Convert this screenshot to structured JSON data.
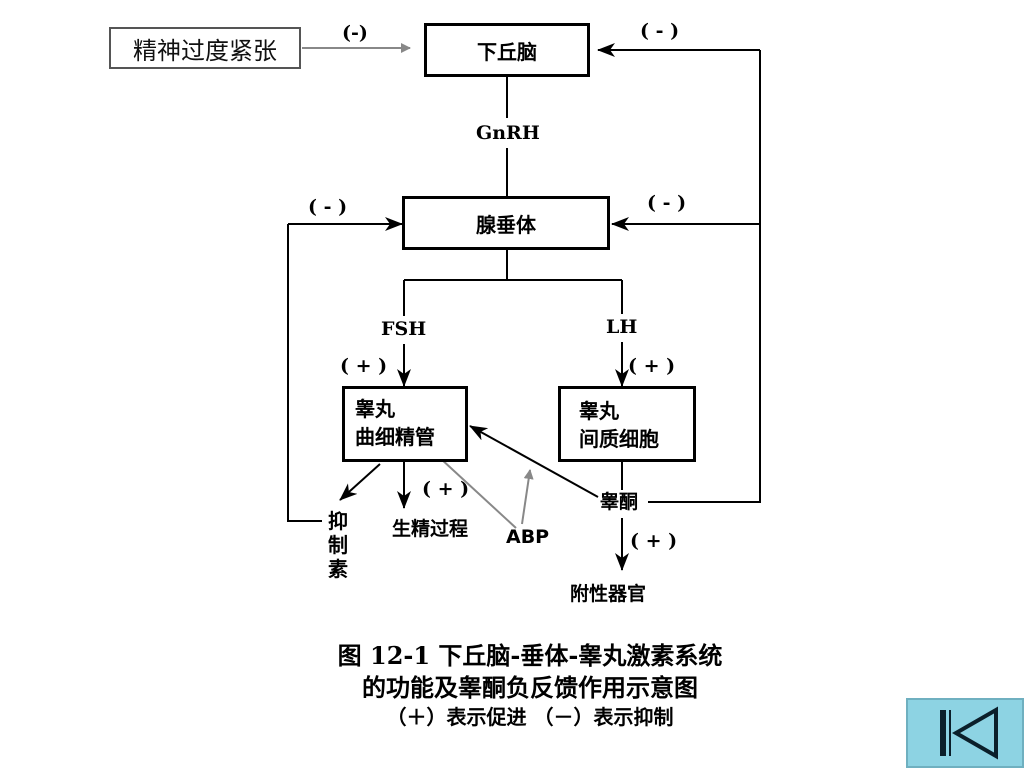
{
  "stress": "精神过度紧张",
  "nodes": {
    "hypothalamus": "下丘脑",
    "pituitary": "腺垂体",
    "tubule_line1": "睾丸",
    "tubule_line2": "曲细精管",
    "leydig_line1": "睾丸",
    "leydig_line2": "间质细胞"
  },
  "labels": {
    "gnrh": "GnRH",
    "fsh": "FSH",
    "lh": "LH",
    "testosterone": "睾酮",
    "spermatogenesis": "生精过程",
    "accessory": "附性器官",
    "abp": "ABP",
    "inhibin": [
      "抑",
      "制",
      "素"
    ]
  },
  "signs": {
    "stress_sign": "(-)",
    "minus": "( - )",
    "plus": "( + )"
  },
  "caption": {
    "line1": "图 12-1   下丘脑-垂体-睾丸激素系统",
    "line2": "的功能及睾酮负反馈作用示意图",
    "line3": "（＋）表示促进  （－）表示抑制"
  },
  "nav": {
    "button_icon": "skip-back-icon",
    "color": "#8dd3e3"
  }
}
